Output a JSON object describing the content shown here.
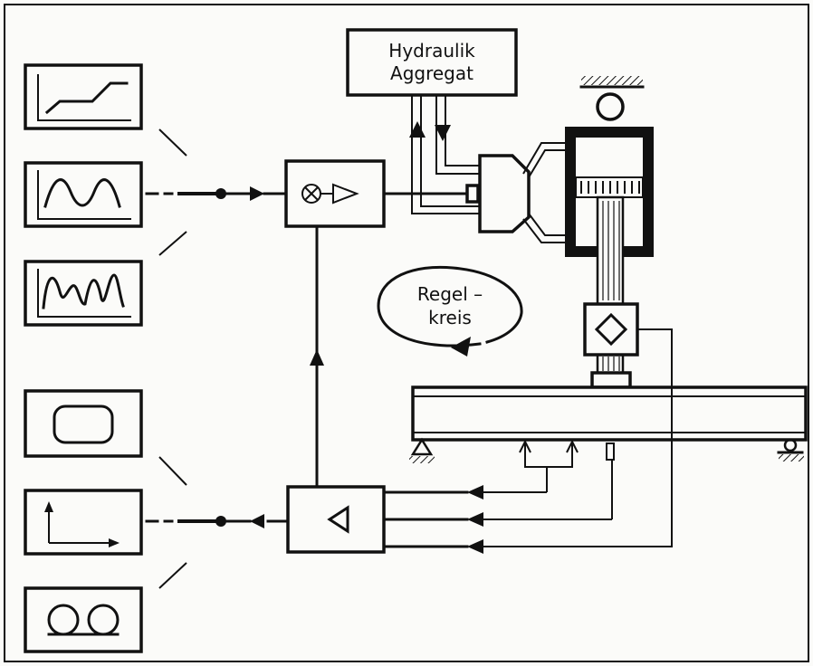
{
  "hydraulic_unit": {
    "line1": "Hydraulik",
    "line2": "Aggregat"
  },
  "control_loop": {
    "line1": "Regel –",
    "line2": "kreis"
  },
  "icons": {
    "input_ramp": "ramp-signal-icon",
    "input_sine": "sine-signal-icon",
    "input_random": "random-signal-icon",
    "output_screen": "monitor-screen-icon",
    "output_plotter": "xy-plotter-icon",
    "output_tape": "tape-reel-icon",
    "comparator_amplifier": "comparator-amplifier-icon",
    "measurement_amplifier": "measurement-amplifier-icon",
    "load_cell": "load-cell-icon"
  },
  "colors": {
    "ink": "#111111",
    "paper": "#fbfbf9"
  }
}
